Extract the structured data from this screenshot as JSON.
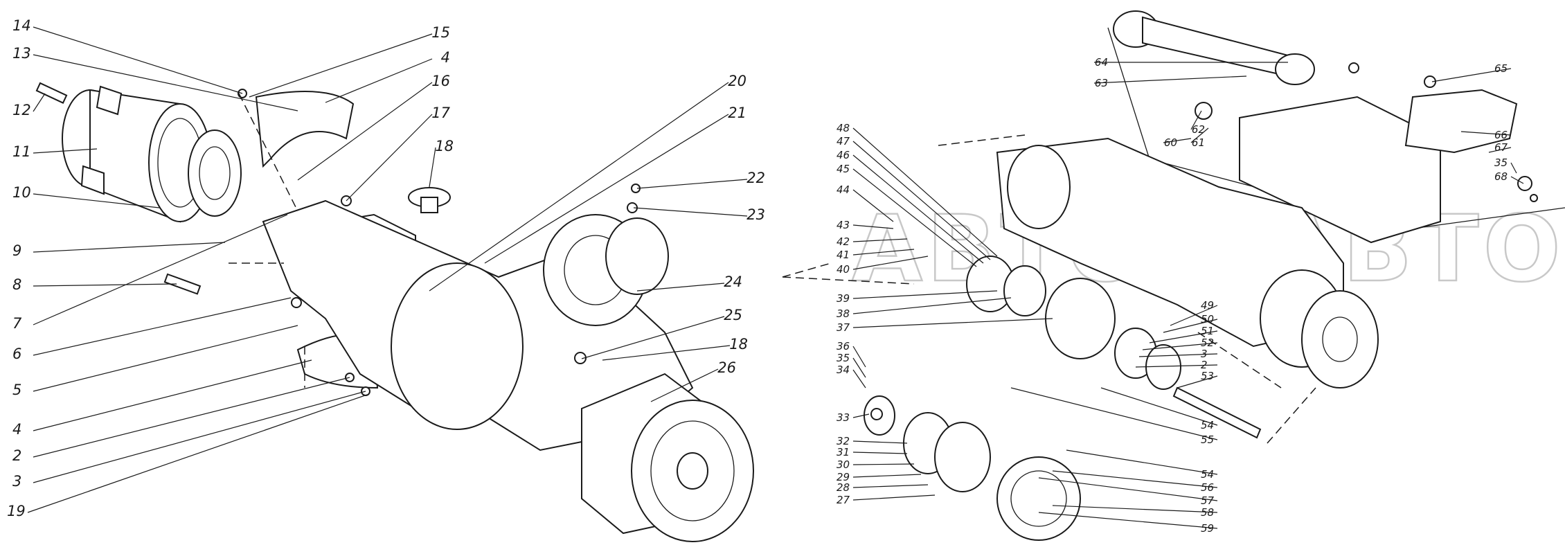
{
  "watermark": "АВТОЛ.АВТО",
  "left_callouts": [
    "14",
    "13",
    "12",
    "11",
    "10",
    "9",
    "8",
    "7",
    "6",
    "5",
    "4",
    "2",
    "3",
    "19",
    "15",
    "4",
    "16",
    "17",
    "18",
    "20",
    "21",
    "22",
    "23",
    "24",
    "25",
    "18",
    "26"
  ],
  "right_callouts": [
    "48",
    "47",
    "46",
    "45",
    "44",
    "43",
    "42",
    "41",
    "40",
    "39",
    "38",
    "37",
    "36",
    "35",
    "34",
    "33",
    "32",
    "31",
    "30",
    "29",
    "28",
    "27",
    "64",
    "63",
    "62",
    "61",
    "60",
    "65",
    "66",
    "67",
    "35",
    "68",
    "49",
    "50",
    "51",
    "52",
    "3",
    "2",
    "53",
    "54",
    "55",
    "54",
    "56",
    "57",
    "58",
    "59"
  ]
}
